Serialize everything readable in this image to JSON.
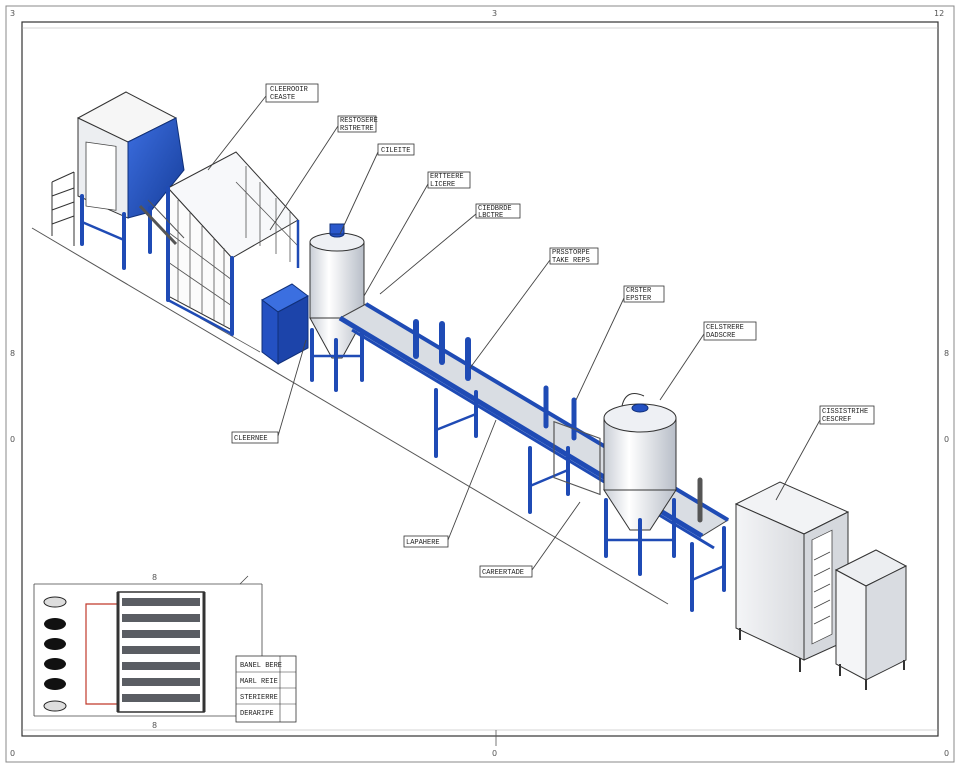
{
  "border_marks": {
    "top_left": "3",
    "top_center": "3",
    "top_right": "12",
    "left_mid_1": "8",
    "left_mid_2": "0",
    "right_mid_1": "8",
    "right_mid_2": "0",
    "bottom_center": "0",
    "bottom_left": "0",
    "bottom_right": "0"
  },
  "callouts": [
    {
      "id": "c1",
      "lines": [
        "CLEEROOIR",
        "CEASTE"
      ]
    },
    {
      "id": "c2",
      "lines": [
        "RESTOSERE",
        "RSTRETRE"
      ]
    },
    {
      "id": "c3",
      "lines": [
        "CILEITE"
      ]
    },
    {
      "id": "c4",
      "lines": [
        "ERTTEERE",
        "LICERE"
      ]
    },
    {
      "id": "c5",
      "lines": [
        "CIEDBRDE",
        "LBCTRE"
      ]
    },
    {
      "id": "c6",
      "lines": [
        "PRSSTORPE",
        "TAKE REPS"
      ]
    },
    {
      "id": "c7",
      "lines": [
        "CRSTER",
        "EPSTER"
      ]
    },
    {
      "id": "c8",
      "lines": [
        "CELSTRERE",
        "DADSCRE"
      ]
    },
    {
      "id": "c9",
      "lines": [
        "CISSISTRIHE",
        "CESCREF"
      ]
    },
    {
      "id": "c10",
      "lines": [
        "CLEERNEE"
      ]
    },
    {
      "id": "c11",
      "lines": [
        "LAPAHERE"
      ]
    },
    {
      "id": "c12",
      "lines": [
        "CAREERTADE"
      ]
    }
  ],
  "detail_view": {
    "dimension_top": "8",
    "dimension_bottom": "8"
  },
  "title_block": {
    "rows": [
      "BANEL BERE",
      "MARL REIE",
      "STERIERRE",
      "DERARIPE"
    ]
  },
  "colors": {
    "frame_blue": "#1f4bb5",
    "tank_white": "#f2f4f7",
    "cabinet_grey": "#e9eaec",
    "detail_red": "#c0392b"
  }
}
